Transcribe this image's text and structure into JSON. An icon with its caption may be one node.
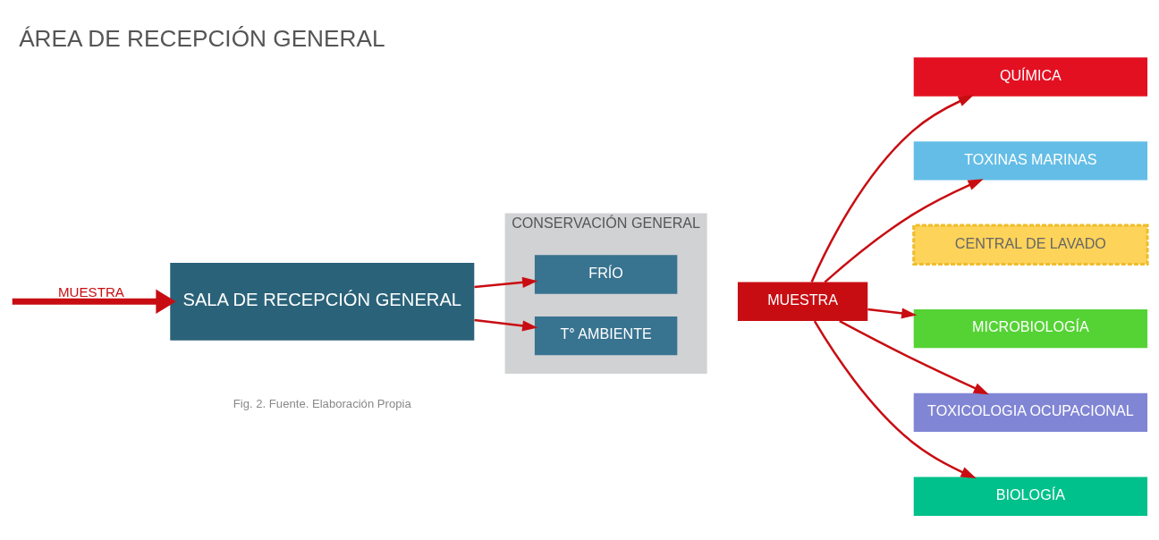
{
  "diagram": {
    "title": "ÁREA DE RECEPCIÓN GENERAL",
    "caption": "Fig. 2. Fuente. Elaboración Propia",
    "nodes": [
      {
        "text": [
          "SALA DE RECEPCIÓN GENERAL"
        ]
      },
      {
        "text": [
          "CONSERVACIÓN GENERAL"
        ]
      },
      {
        "text": [
          "FRÍO"
        ],
        "in": 1
      },
      {
        "text": [
          "T° AMBIENTE"
        ],
        "in": 1
      },
      {
        "text": [
          "MUESTRA"
        ]
      },
      {
        "text": [
          "QUÍMICA"
        ]
      },
      {
        "text": [
          "TOXINAS MARINAS"
        ]
      },
      {
        "text": [
          "CENTRAL DE LAVADO"
        ]
      },
      {
        "text": [
          "MICROBIOLOGÍA"
        ]
      },
      {
        "text": [
          "TOXICOLOGIA OCUPACIONAL"
        ]
      },
      {
        "text": [
          "BIOLOGÍA"
        ]
      }
    ],
    "edges": [
      {
        "from": null,
        "to": 0,
        "arrow": "to",
        "label": "MUESTRA",
        "style": "thick"
      },
      {
        "from": 0,
        "to": 2,
        "arrow": "to"
      },
      {
        "from": 0,
        "to": 3,
        "arrow": "to"
      },
      {
        "from": 4,
        "to": 5,
        "arrow": "to"
      },
      {
        "from": 4,
        "to": 6,
        "arrow": "to"
      },
      {
        "from": 4,
        "to": 8,
        "arrow": "to"
      },
      {
        "from": 4,
        "to": 9,
        "arrow": "to"
      },
      {
        "from": 4,
        "to": 10,
        "arrow": "to"
      }
    ]
  }
}
